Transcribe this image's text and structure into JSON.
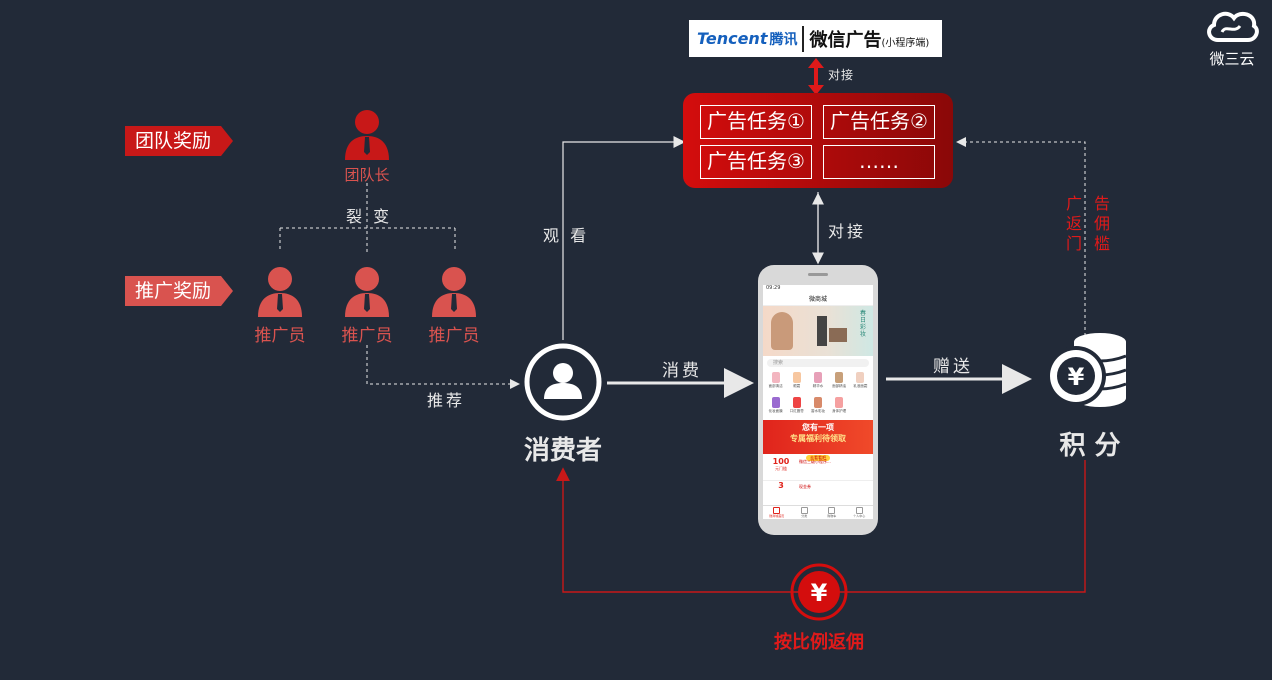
{
  "brand": {
    "label": "微三云"
  },
  "wechat_ad": {
    "tencent": "Tencent",
    "tencent_cn": "腾讯",
    "title": "微信广告",
    "sub": "(小程序端)"
  },
  "tags": {
    "team_reward": "团队奖励",
    "promo_reward": "推广奖励"
  },
  "people": {
    "leader": "团队长",
    "promoter": "推广员"
  },
  "labels": {
    "fission": "裂 变",
    "recommend": "推荐",
    "watch": "观 看",
    "connect_top": "对接",
    "connect_mid": "对接",
    "consume": "消费",
    "gift": "赠送",
    "consumer": "消费者",
    "points": "积 分",
    "rebate_threshold": [
      "广",
      "告",
      "返",
      "佣",
      "门",
      "槛"
    ],
    "rebate_ratio": "按比例返佣"
  },
  "tasks": [
    "广告任务①",
    "广告任务②",
    "广告任务③",
    "……"
  ],
  "phone": {
    "time": "09:29",
    "shop": "微商城",
    "search": "搜索",
    "banner_text": "春日彩妆",
    "promo_line1": "您有一项",
    "promo_line2": "专属福利待领取",
    "promo_btn": "去看看吧",
    "coupon_amount": "100",
    "coupon_unit": "元门槛",
    "coupon_title": "微信三级小程序...",
    "coupon_amount2": "3",
    "coupon_title2": "现金券",
    "cats": [
      "面部清洁",
      "眼霜",
      "精华水",
      "面部精油",
      "乳液面霜",
      "化妆面膜",
      "口红唇膏",
      "香水彩妆",
      "身体护理"
    ],
    "nav": [
      "微商城首页",
      "分类",
      "购物车",
      "个人中心"
    ]
  },
  "colors": {
    "bg": "#222a38",
    "accent": "#d40d0d",
    "person": "#d9534f"
  }
}
